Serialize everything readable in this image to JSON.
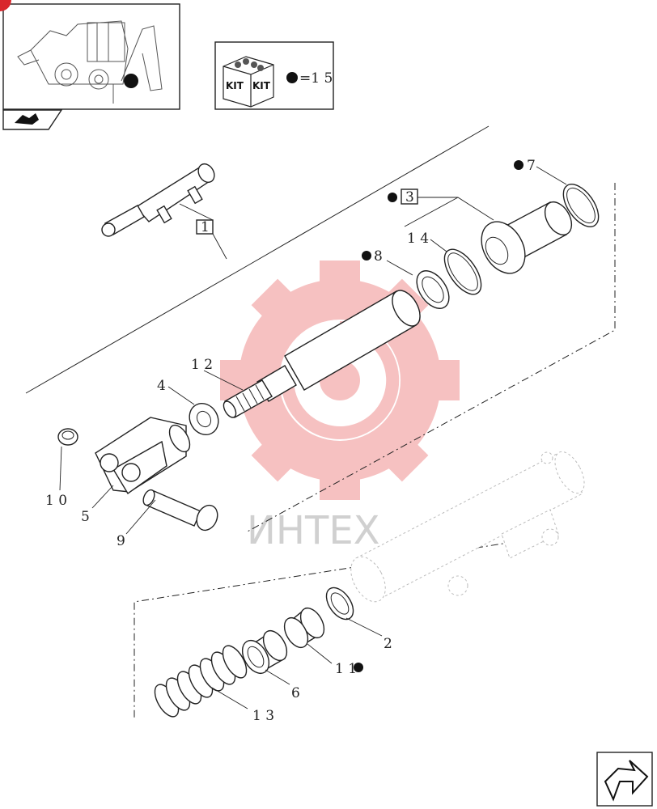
{
  "kit_box": {
    "kit_label_1": "KIT",
    "kit_label_2": "KIT",
    "legend_text": "=1 5"
  },
  "watermark": {
    "text": "ИНТЕХ"
  },
  "callouts": {
    "c1": "1",
    "c3": "3",
    "c7": "7",
    "c14": "1 4",
    "c8": "8",
    "c12": "1 2",
    "c4": "4",
    "c10": "1 0",
    "c5": "5",
    "c9": "9",
    "c2": "2",
    "c11": "1 1",
    "c6": "6",
    "c13": "1 3"
  }
}
